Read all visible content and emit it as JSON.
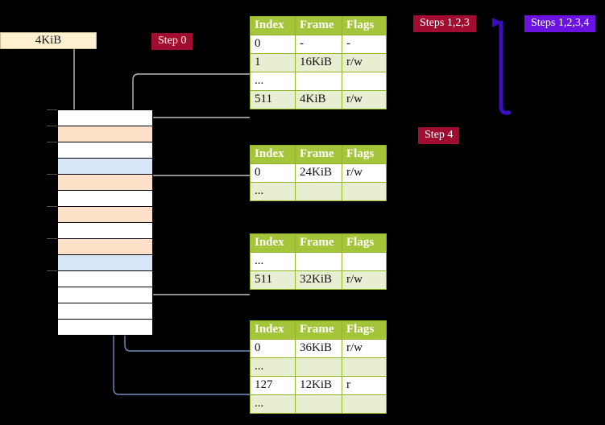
{
  "diagram": {
    "title_badges": {
      "step0": "Step 0",
      "step4": "Step 4",
      "steps123": "Steps 1,2,3",
      "steps1234": "Steps 1,2,3,4"
    },
    "memory_label": "4KiB",
    "colors": {
      "badge_crimson": "#a10d30",
      "badge_violet": "#6b13e0",
      "table_header_green": "#a4c43a",
      "table_alt_row": "#e7eed2",
      "highlight_yellow": "#fbf58e",
      "mem_orange": "#fde0c8",
      "mem_blue": "#d8e6f7",
      "kib_box": "#fdf1d2",
      "wire_grey": "#b9b9b9",
      "wire_blue": "#6e8fc0",
      "arrow_violet": "#3a0ec0",
      "background": "#000000"
    },
    "memory_rows": [
      {
        "fill": "white"
      },
      {
        "fill": "orange"
      },
      {
        "fill": "white"
      },
      {
        "fill": "blue"
      },
      {
        "fill": "orange"
      },
      {
        "fill": "white"
      },
      {
        "fill": "orange"
      },
      {
        "fill": "white"
      },
      {
        "fill": "orange"
      },
      {
        "fill": "blue"
      },
      {
        "fill": "white"
      },
      {
        "fill": "white"
      },
      {
        "fill": "white"
      },
      {
        "fill": "white"
      }
    ],
    "columns": [
      "Index",
      "Frame",
      "Flags"
    ],
    "tables": [
      {
        "name": "pml4",
        "rows": [
          {
            "style": "plain",
            "index": "0",
            "frame": "-",
            "flags": "-"
          },
          {
            "style": "alt",
            "index": "1",
            "frame": "16KiB",
            "flags": "r/w"
          },
          {
            "style": "plain",
            "index": "...",
            "frame": "",
            "flags": ""
          },
          {
            "style": "alt",
            "index": "511",
            "frame": "4KiB",
            "flags": "r/w",
            "highlight": true
          }
        ]
      },
      {
        "name": "pdpt",
        "rows": [
          {
            "style": "plain",
            "index": "0",
            "frame": "24KiB",
            "flags": "r/w"
          },
          {
            "style": "alt",
            "index": "...",
            "frame": "",
            "flags": ""
          }
        ]
      },
      {
        "name": "pd",
        "rows": [
          {
            "style": "plain",
            "index": "...",
            "frame": "",
            "flags": ""
          },
          {
            "style": "alt",
            "index": "511",
            "frame": "32KiB",
            "flags": "r/w"
          }
        ]
      },
      {
        "name": "pt",
        "rows": [
          {
            "style": "plain",
            "index": "0",
            "frame": "36KiB",
            "flags": "r/w"
          },
          {
            "style": "alt",
            "index": "...",
            "frame": "",
            "flags": ""
          },
          {
            "style": "plain",
            "index": "127",
            "frame": "12KiB",
            "flags": "r"
          },
          {
            "style": "alt",
            "index": "...",
            "frame": "",
            "flags": ""
          }
        ]
      }
    ]
  }
}
